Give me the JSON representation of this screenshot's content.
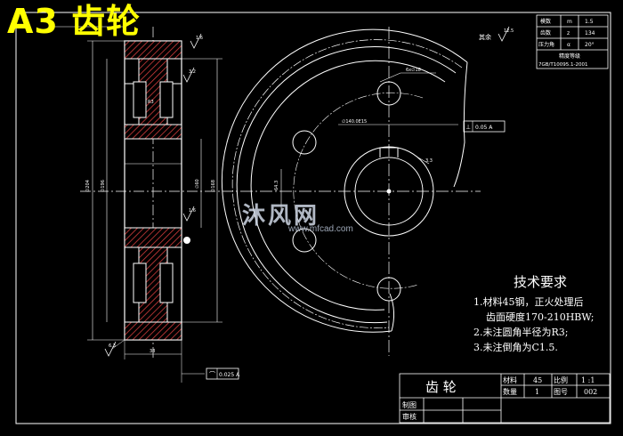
{
  "banner": {
    "title": "A3 齿轮"
  },
  "param_table": {
    "rows": [
      {
        "label": "模数",
        "symbol": "m",
        "value": "1.5"
      },
      {
        "label": "齿数",
        "symbol": "z",
        "value": "134"
      },
      {
        "label": "压力角",
        "symbol": "α",
        "value": "20°"
      }
    ],
    "accuracy_label": "精度等级",
    "accuracy_value": "7GB/T10095.1-2001"
  },
  "annotations": {
    "others_roughness": "其余",
    "bore_spec": "6x∅18",
    "pcd_spec": "∅140.0E15",
    "runout_tol": "0.05 A",
    "flat_tol": "0.025 A",
    "keyway_dim": "3.3",
    "chamfer_note": "1.6",
    "datum": "A"
  },
  "tech": {
    "heading": "技术要求",
    "line1": "1.材料45钢，正火处理后",
    "line1b": "齿面硬度170-210HBW;",
    "line2": "2.未注圆角半径为R3;",
    "line3": "3.未注倒角为C1.5."
  },
  "title_block": {
    "part_name": "齿 轮",
    "material_label": "材料",
    "material_value": "45",
    "scale_label": "比例",
    "scale_value": "1 :1",
    "qty_label": "数量",
    "qty_value": "1",
    "drawing_no_label": "图号",
    "drawing_no_value": "002",
    "drawn_label": "制图",
    "checked_label": "审核"
  },
  "watermark": {
    "brand": "沐风网",
    "url": "www.mfcad.com"
  },
  "colors": {
    "banner": "#ffff00",
    "lines": "#ffffff",
    "section": "#cc3333",
    "background": "#000000"
  }
}
